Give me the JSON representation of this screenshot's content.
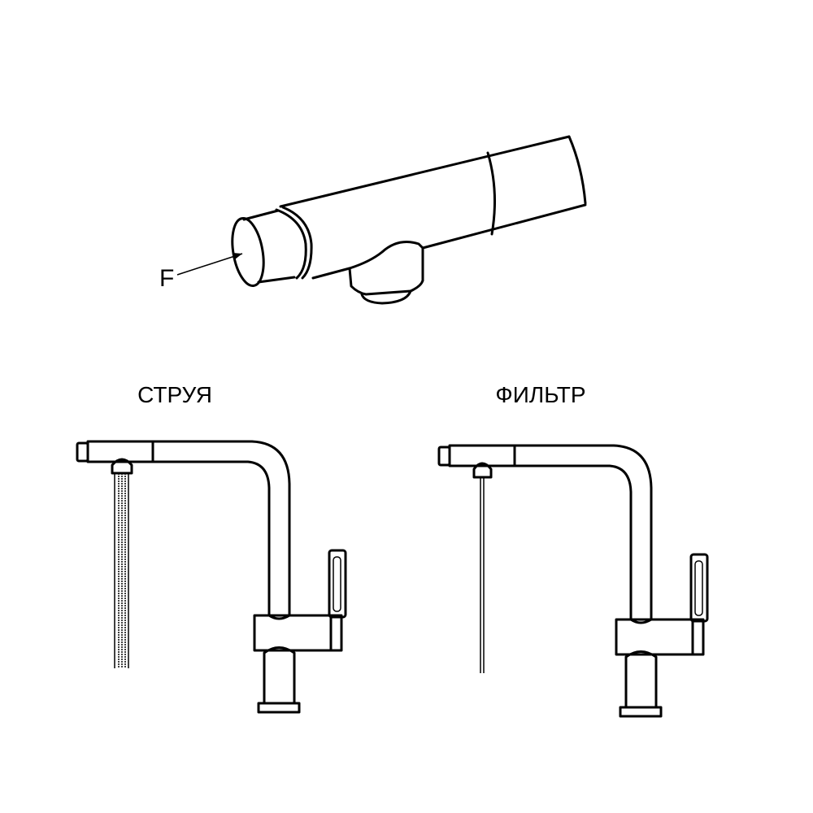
{
  "figure": {
    "detail_label": "F",
    "modes": [
      {
        "label": "СТРУЯ"
      },
      {
        "label": "ФИЛЬТР"
      }
    ]
  }
}
